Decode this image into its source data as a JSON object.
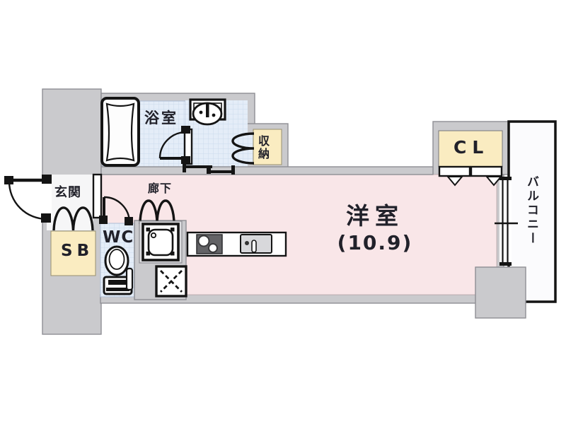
{
  "floorplan": {
    "labels": {
      "bathroom": "浴室",
      "storage": "収納",
      "entrance": "玄関",
      "hallway": "廊下",
      "wc": "WC",
      "shoe_box": "SB",
      "closet": "CL",
      "main_room": "洋室",
      "main_room_size": "(10.9)",
      "balcony": "バルコニー"
    },
    "colors": {
      "room_pink": "#f9e6e8",
      "wet_area_blue": "#e4edf8",
      "storage_cream": "#faecc1",
      "wall_gray": "#cacacd",
      "line_black": "#141414",
      "text": "#21212a",
      "balcony_white": "#fbfbfd"
    }
  }
}
